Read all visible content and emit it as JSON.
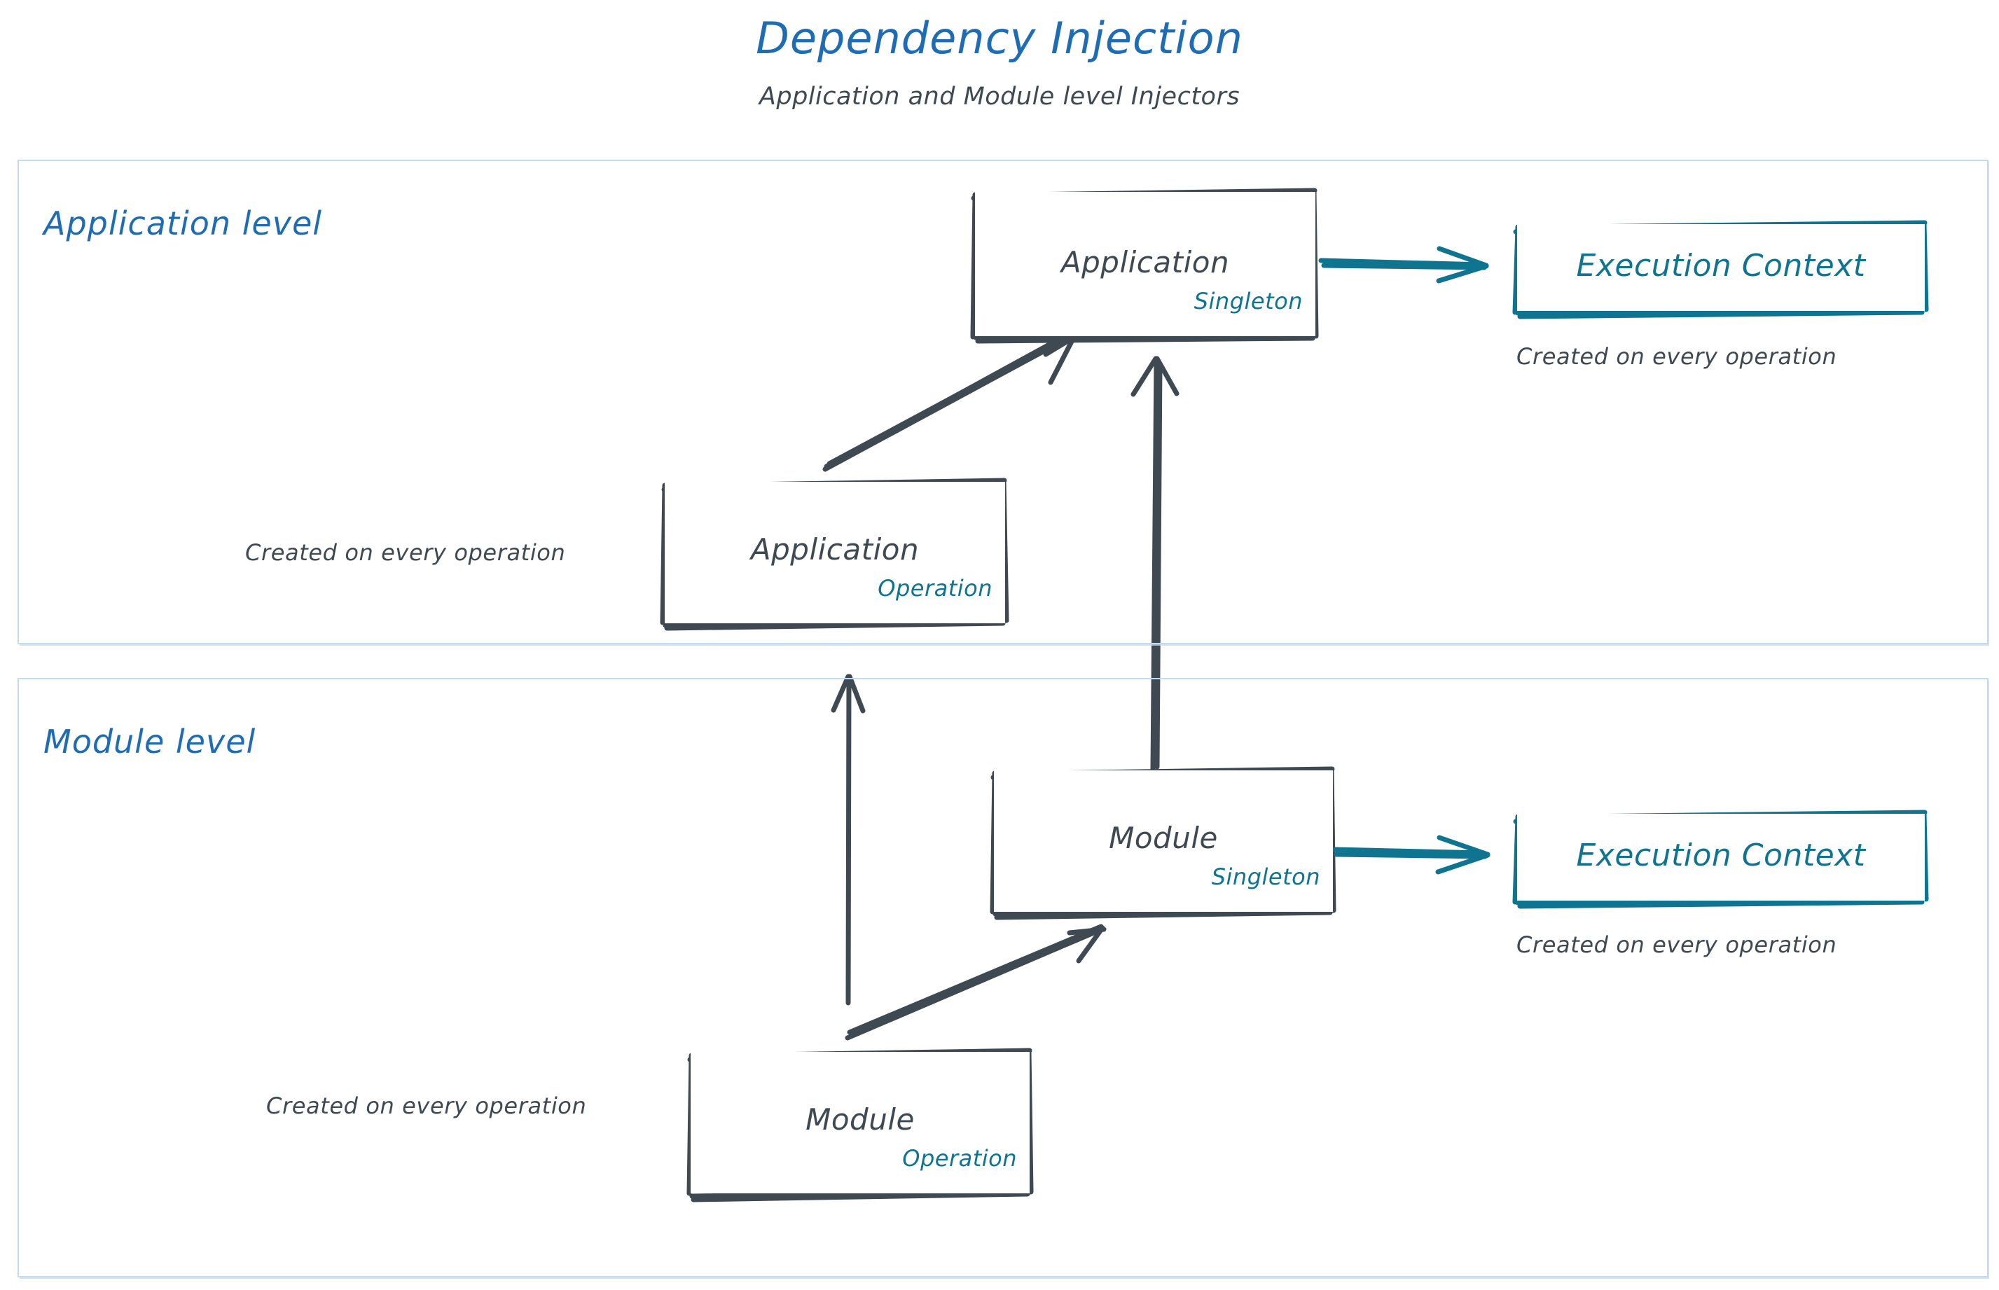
{
  "diagram": {
    "title": "Dependency Injection",
    "subtitle": "Application and Module level Injectors",
    "colors": {
      "title_blue": "#1e6cb4",
      "band_border": "#c5daef",
      "ink_dark": "#3f4952",
      "teal": "#0e7490",
      "background": "#ffffff"
    }
  },
  "levels": [
    {
      "id": "application-level",
      "label": "Application level"
    },
    {
      "id": "module-level",
      "label": "Module level"
    }
  ],
  "nodes": {
    "application_singleton": {
      "title": "Application",
      "scope": "Singleton"
    },
    "application_operation": {
      "title": "Application",
      "scope": "Operation"
    },
    "module_singleton": {
      "title": "Module",
      "scope": "Singleton"
    },
    "module_operation": {
      "title": "Module",
      "scope": "Operation"
    },
    "execution_context_app": {
      "title": "Execution Context"
    },
    "execution_context_module": {
      "title": "Execution Context"
    }
  },
  "notes": {
    "app_exec_context": "Created on every operation",
    "app_operation": "Created on every operation",
    "module_exec_context": "Created on every operation",
    "module_operation": "Created on every operation"
  },
  "edges": [
    {
      "id": "app-singleton-to-exec-context",
      "from": "application_singleton",
      "to": "execution_context_app",
      "color": "#0e7490",
      "style": "arrow"
    },
    {
      "id": "app-operation-to-app-singleton",
      "from": "application_operation",
      "to": "application_singleton",
      "color": "#3f4952",
      "style": "arrow"
    },
    {
      "id": "module-singleton-to-app-singleton",
      "from": "module_singleton",
      "to": "application_singleton",
      "color": "#3f4952",
      "style": "arrow"
    },
    {
      "id": "module-operation-to-app-operation",
      "from": "module_operation",
      "to": "application_operation",
      "color": "#3f4952",
      "style": "arrow"
    },
    {
      "id": "module-operation-to-module-singleton",
      "from": "module_operation",
      "to": "module_singleton",
      "color": "#3f4952",
      "style": "arrow"
    },
    {
      "id": "module-singleton-to-exec-context",
      "from": "module_singleton",
      "to": "execution_context_module",
      "color": "#0e7490",
      "style": "arrow"
    }
  ]
}
